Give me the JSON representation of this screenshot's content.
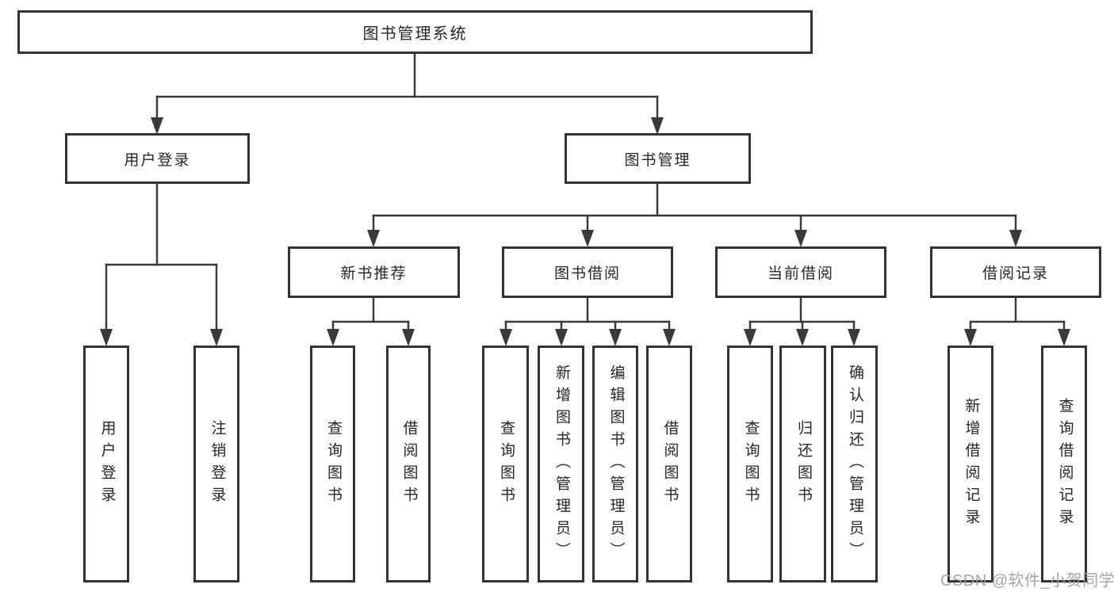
{
  "diagram": {
    "root": "图书管理系统",
    "level2": {
      "user_login": "用户登录",
      "book_management": "图书管理"
    },
    "level3": [
      "新书推荐",
      "图书借阅",
      "当前借阅",
      "借阅记录"
    ],
    "leaves": [
      "用户登录",
      "注销登录",
      "查询图书",
      "借阅图书",
      "查询图书",
      "新增图书（管理员）",
      "编辑图书（管理员）",
      "借阅图书",
      "查询图书",
      "归还图书",
      "确认归还（管理员）",
      "新增借阅记录",
      "查询借阅记录"
    ]
  },
  "watermark": "CSDN @软件_小贺同学",
  "colors": {
    "line": "#3a3a3a",
    "box_border": "#333333",
    "text": "#262626",
    "background": "#ffffff",
    "watermark": "#9e9e9e"
  }
}
